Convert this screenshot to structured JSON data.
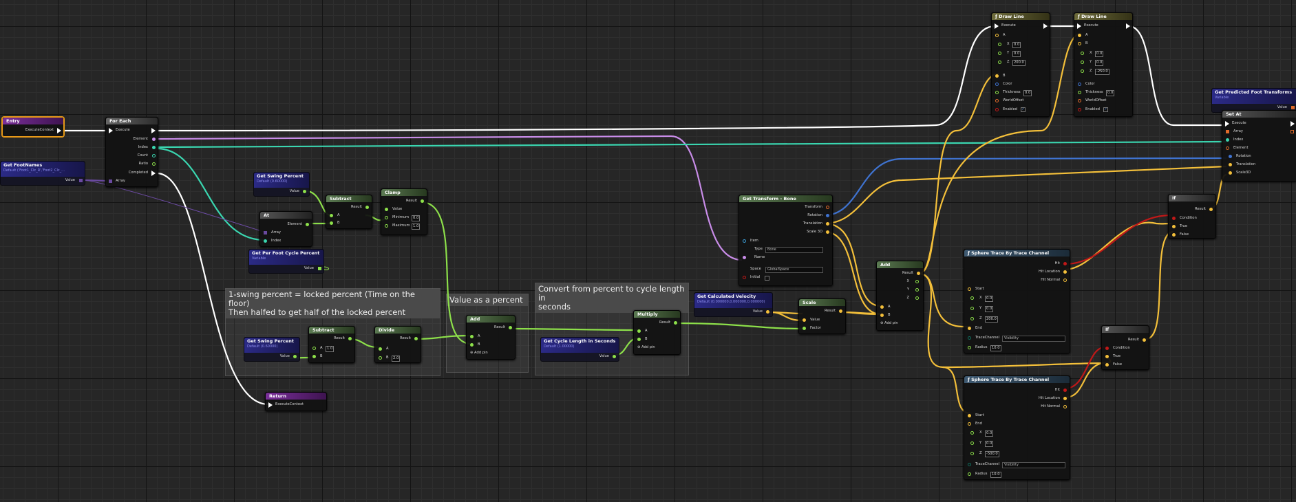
{
  "comments": {
    "swing": [
      "1-swing percent = locked percent (Time on the floor)",
      "Then halfed to get half of the locked percent"
    ],
    "percent": [
      "Value as a percent"
    ],
    "convert": [
      "Convert from percent to cycle length in",
      "seconds"
    ]
  },
  "nodes": {
    "entry": {
      "title": "Entry",
      "pins": {
        "exec": "ExecuteContext"
      }
    },
    "foreach": {
      "title": "For Each",
      "pins": {
        "execute": "Execute",
        "element": "Element",
        "index": "Index",
        "count": "Count",
        "ratio": "Ratio",
        "completed": "Completed",
        "array": "Array"
      }
    },
    "getfootnames": {
      "title": "Get FootNames",
      "subtitle": "Default ('Foot1_Clc_R','Foot2_Clc_...",
      "value": "Value"
    },
    "swing1": {
      "title": "Get Swing Percent",
      "subtitle": "Default (0.60000)",
      "value": "Value"
    },
    "subtract1": {
      "title": "Subtract",
      "result": "Result",
      "a": "A",
      "b": "B"
    },
    "clamp": {
      "title": "Clamp",
      "result": "Result",
      "value": "Value",
      "minimum": "Minimum",
      "min_val": "0.0",
      "maximum": "Maximum",
      "max_val": "1.0"
    },
    "at": {
      "title": "At",
      "element": "Element",
      "array": "Array",
      "index": "Index"
    },
    "cycle": {
      "title": "Get Per Foot Cycle Percent",
      "subtitle": "Variable",
      "value": "Value"
    },
    "swing2": {
      "title": "Get Swing Percent",
      "subtitle": "Default (0.60000)",
      "value": "Value"
    },
    "subtract2": {
      "title": "Subtract",
      "result": "Result",
      "a": "A",
      "a_val": "1.0",
      "b": "B"
    },
    "divide": {
      "title": "Divide",
      "result": "Result",
      "a": "A",
      "b": "B",
      "b_val": "2.0"
    },
    "add1": {
      "title": "Add",
      "result": "Result",
      "a": "A",
      "b": "B",
      "addpin": "Add pin"
    },
    "cyclelen": {
      "title": "Get Cycle Length in Seconds",
      "subtitle": "Default (1.00000)",
      "value": "Value"
    },
    "multiply": {
      "title": "Multiply",
      "result": "Result",
      "a": "A",
      "b": "B",
      "addpin": "Add pin"
    },
    "return": {
      "title": "Return",
      "exec": "ExecuteContext"
    },
    "velocity": {
      "title": "Get Calculated Velocity",
      "subtitle": "Default (0.000000,0.000000,0.000000)",
      "value": "Value"
    },
    "scale": {
      "title": "Scale",
      "result": "Result",
      "value": "Value",
      "factor": "Factor"
    },
    "gettransform": {
      "title": "Get Transform - Bone",
      "transform": "Transform",
      "rotation": "Rotation",
      "translation": "Translation",
      "scale3d": "Scale 3D",
      "item": "Item",
      "type": "Type",
      "type_val": "Bone",
      "name": "Name",
      "space": "Space",
      "space_val": "GlobalSpace",
      "initial": "Initial"
    },
    "add2": {
      "title": "Add",
      "result": "Result",
      "x": "X",
      "y": "Y",
      "z": "Z",
      "a": "A",
      "b": "B",
      "addpin": "Add pin"
    },
    "drawline1": {
      "title": "Draw Line",
      "execute": "Execute",
      "a": "A",
      "x": "X",
      "x_val": "0.0",
      "y": "Y",
      "y_val": "0.0",
      "z": "Z",
      "z_val": "200.0",
      "b": "B",
      "color": "Color",
      "thickness": "Thickness",
      "thickness_val": "0.0",
      "worldoffset": "WorldOffset",
      "enabled": "Enabled"
    },
    "drawline2": {
      "title": "Draw Line",
      "execute": "Execute",
      "a": "A",
      "b": "B",
      "x": "X",
      "x_val": "0.0",
      "y": "Y",
      "y_val": "0.0",
      "z": "Z",
      "z_val": "-250.0",
      "color": "Color",
      "thickness": "Thickness",
      "thickness_val": "0.0",
      "worldoffset": "WorldOffset",
      "enabled": "Enabled"
    },
    "predicted": {
      "title": "Get Predicted Foot Transforms",
      "subtitle": "Variable",
      "value": "Value"
    },
    "setat": {
      "title": "Set At",
      "execute": "Execute",
      "array": "Array",
      "index": "Index",
      "element": "Element",
      "rotation": "Rotation",
      "translation": "Translation",
      "scale3d": "Scale3D"
    },
    "if1": {
      "title": "If",
      "result": "Result",
      "condition": "Condition",
      "true": "True",
      "false": "False"
    },
    "sphere1": {
      "title": "Sphere Trace By Trace Channel",
      "hit": "Hit",
      "hitloc": "Hit Location",
      "hitnormal": "Hit Normal",
      "start": "Start",
      "x": "X",
      "x_val": "0.0",
      "y": "Y",
      "y_val": "0.0",
      "z": "Z",
      "z_val": "200.0",
      "end": "End",
      "tracechannel": "TraceChannel",
      "channel_val": "Visibility",
      "radius": "Radius",
      "radius_val": "10.0"
    },
    "if2": {
      "title": "If",
      "result": "Result",
      "condition": "Condition",
      "true": "True",
      "false": "False"
    },
    "sphere2": {
      "title": "Sphere Trace By Trace Channel",
      "hit": "Hit",
      "hitloc": "Hit Location",
      "hitnormal": "Hit Normal",
      "start": "Start",
      "end": "End",
      "x": "X",
      "x_val": "0.0",
      "y": "Y",
      "y_val": "0.0",
      "z": "Z",
      "z_val": "-500.0",
      "tracechannel": "TraceChannel",
      "channel_val": "Visibility",
      "radius": "Radius",
      "radius_val": "10.0"
    }
  },
  "colors": {
    "exec": "#ffffff",
    "float": "#8de04a",
    "vector": "#f3bf3a",
    "int": "#3ad6b0",
    "name": "#c88ce8",
    "rotation": "#3f73d0",
    "bool": "#c11818"
  }
}
